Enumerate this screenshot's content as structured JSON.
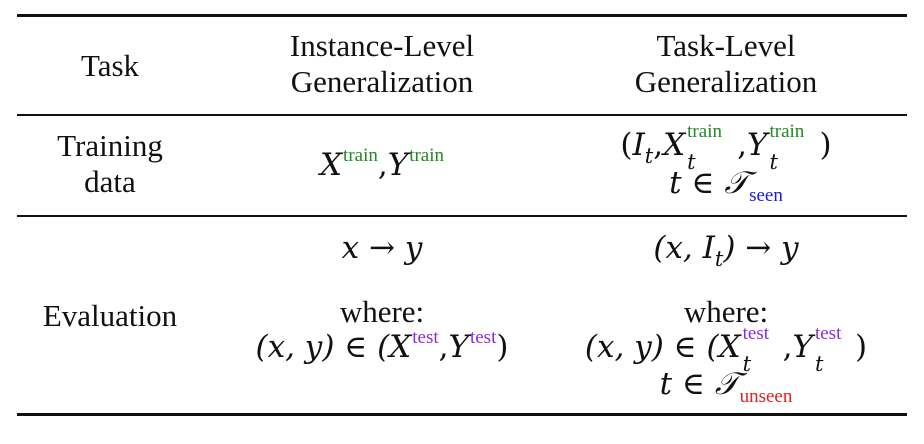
{
  "table": {
    "headers": {
      "task": "Task",
      "instance_line1": "Instance-Level",
      "instance_line2": "Generalization",
      "tasklevel_line1": "Task-Level",
      "tasklevel_line2": "Generalization"
    },
    "rows": {
      "training": {
        "label_line1": "Training",
        "label_line2": "data",
        "instance": {
          "X": "X",
          "X_sup": "train",
          "comma": ",",
          "Y": "Y",
          "Y_sup": "train"
        },
        "task": {
          "open": "(",
          "I": "I",
          "t": "t",
          "comma1": ",",
          "X": "X",
          "X_sup": "train",
          "comma2": ",",
          "Y": "Y",
          "Y_sup": "train",
          "close": ")",
          "line2_t": "t",
          "in": "∈",
          "T": "𝒯",
          "T_sub": "seen"
        }
      },
      "evaluation": {
        "label": "Evaluation",
        "instance": {
          "map": "x → y",
          "where": "where:",
          "pair": "(x, y) ∈ (",
          "X": "X",
          "X_sup": "test",
          "comma": ",",
          "Y": "Y",
          "Y_sup": "test",
          "close": ")"
        },
        "task": {
          "map_open": "(x, ",
          "I": "I",
          "t": "t",
          "map_close": ") → y",
          "where": "where:",
          "pair": "(x, y) ∈ (",
          "X": "X",
          "X_sup": "test",
          "comma": ",",
          "Y": "Y",
          "Y_sup": "test",
          "close": ")",
          "line3_t": "t",
          "in": "∈",
          "T": "𝒯",
          "T_sub": "unseen"
        }
      }
    },
    "colors": {
      "train": "#1f8a1f",
      "test": "#8a2be2",
      "seen": "#1a1adb",
      "unseen": "#e02020"
    }
  }
}
